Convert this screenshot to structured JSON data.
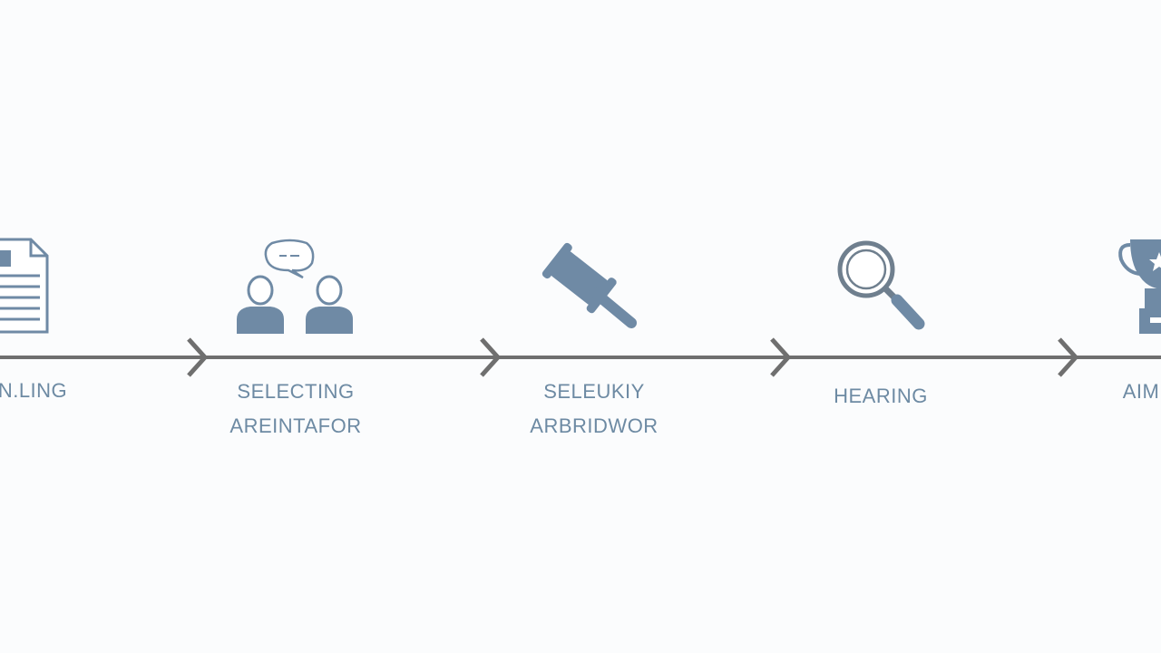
{
  "colors": {
    "icon": "#6f8aa5",
    "icon_outline": "#7b8896",
    "line": "#6f6f6f",
    "label": "#6d8aa3",
    "background": "#fbfcfd"
  },
  "steps": [
    {
      "icon": "document-icon",
      "lines": [
        "N.LING"
      ]
    },
    {
      "icon": "people-discussion-icon",
      "lines": [
        "SELECTING",
        "AREINTAFOR"
      ]
    },
    {
      "icon": "gavel-icon",
      "lines": [
        "SELEUKIY",
        "ARBRIDWOR"
      ]
    },
    {
      "icon": "magnifier-icon",
      "lines": [
        "HEARING"
      ]
    },
    {
      "icon": "trophy-icon",
      "lines": [
        "AIM"
      ]
    }
  ]
}
